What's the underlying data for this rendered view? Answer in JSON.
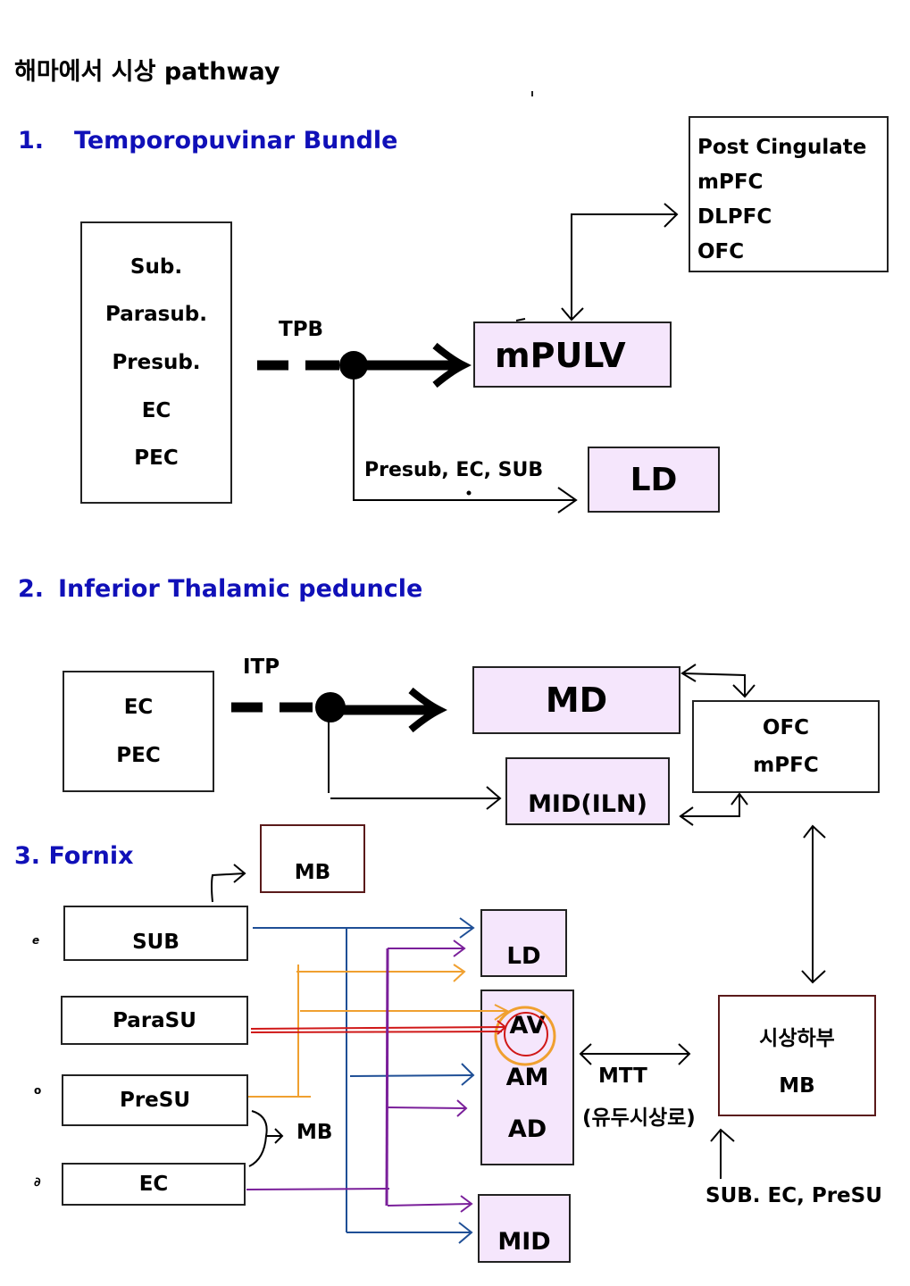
{
  "title": "해마에서 시상 pathway",
  "colors": {
    "section_heading": "#1010b8",
    "thalamic_nucleus_fill": "#f5e6fc",
    "blue_line": "#1f4f96",
    "orange_line": "#f0a030",
    "red_line": "#d01818",
    "purple_line": "#7a1f9a",
    "mb_box_border": "#5a1a1a"
  },
  "section1": {
    "number": "1.",
    "heading": "Temporopuvinar Bundle",
    "source_box": [
      "Sub.",
      "Parasub.",
      "Presub.",
      "EC",
      "PEC"
    ],
    "tract_label": "TPB",
    "main_target": "mPULV",
    "cortical_targets": [
      "Post Cingulate",
      "mPFC",
      "DLPFC",
      "OFC"
    ],
    "branch_label": "Presub, EC, SUB",
    "branch_target": "LD"
  },
  "section2": {
    "number": "2.",
    "heading": "Inferior Thalamic peduncle",
    "source_box": [
      "EC",
      "PEC"
    ],
    "tract_label": "ITP",
    "main_target": "MD",
    "branch_target": "MID(ILN)",
    "cortical_targets": [
      "OFC",
      "mPFC"
    ]
  },
  "section3": {
    "heading": "3. Fornix",
    "mb_top": "MB",
    "sources": [
      "SUB",
      "ParaSU",
      "PreSU",
      "EC"
    ],
    "source_marks": [
      "e",
      "",
      "o",
      "∂"
    ],
    "mb_side_label": "MB",
    "targets": {
      "ld": "LD",
      "anterior": [
        "AV",
        "AM",
        "AD"
      ],
      "mid": "MID"
    },
    "mtt_label": "MTT",
    "mtt_korean": "(유두시상로)",
    "hypothalamus_box": [
      "시상하부",
      "MB"
    ],
    "hypothalamus_input_label": "SUB. EC, PreSU"
  }
}
